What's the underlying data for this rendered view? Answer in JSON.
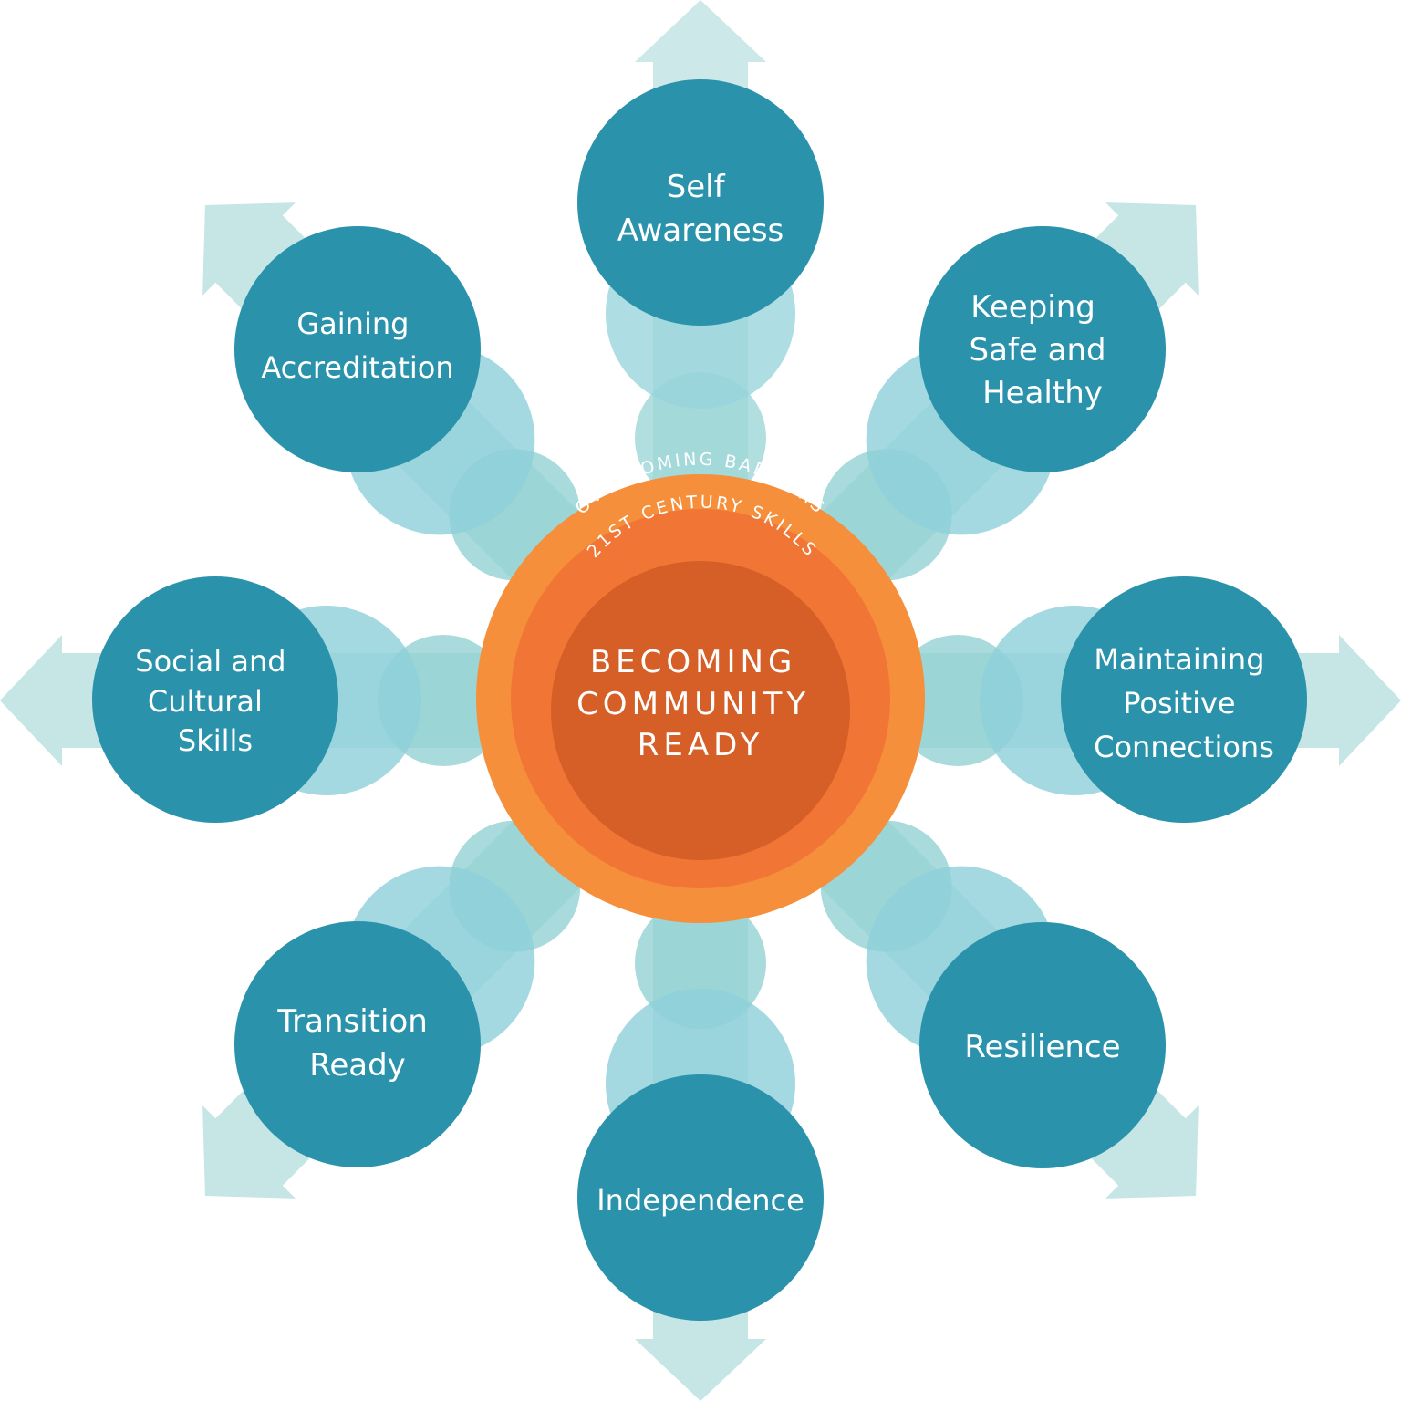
{
  "colors": {
    "node_fill": "#2a93ab",
    "halo_outer": "#8fd0da",
    "halo_inner": "#8ccfd0",
    "arrow_fill": "#c6e5e5",
    "center_outer": "#f58f3b",
    "center_middle": "#f17636",
    "center_inner": "#d65f27",
    "label_text": "#ffffff"
  },
  "center": {
    "lines": [
      "BECOMING",
      "COMMUNITY",
      "READY"
    ],
    "outer_ring_text": "OVERCOMING BARRIERS",
    "inner_ring_text": "21ST CENTURY SKILLS"
  },
  "nodes": [
    {
      "name": "node-self-awareness",
      "lines": [
        "Self",
        "Awareness"
      ]
    },
    {
      "name": "node-keeping-safe-and-healthy",
      "lines": [
        "Keeping",
        "Safe and",
        "Healthy"
      ]
    },
    {
      "name": "node-maintaining-positive-connections",
      "lines": [
        "Maintaining",
        "Positive",
        "Connections"
      ]
    },
    {
      "name": "node-resilience",
      "lines": [
        "Resilience"
      ]
    },
    {
      "name": "node-independence",
      "lines": [
        "Independence"
      ]
    },
    {
      "name": "node-transition-ready",
      "lines": [
        "Transition",
        "Ready"
      ]
    },
    {
      "name": "node-social-and-cultural-skills",
      "lines": [
        "Social and",
        "Cultural",
        "Skills"
      ]
    },
    {
      "name": "node-gaining-accreditation",
      "lines": [
        "Gaining",
        "Accreditation"
      ]
    }
  ]
}
